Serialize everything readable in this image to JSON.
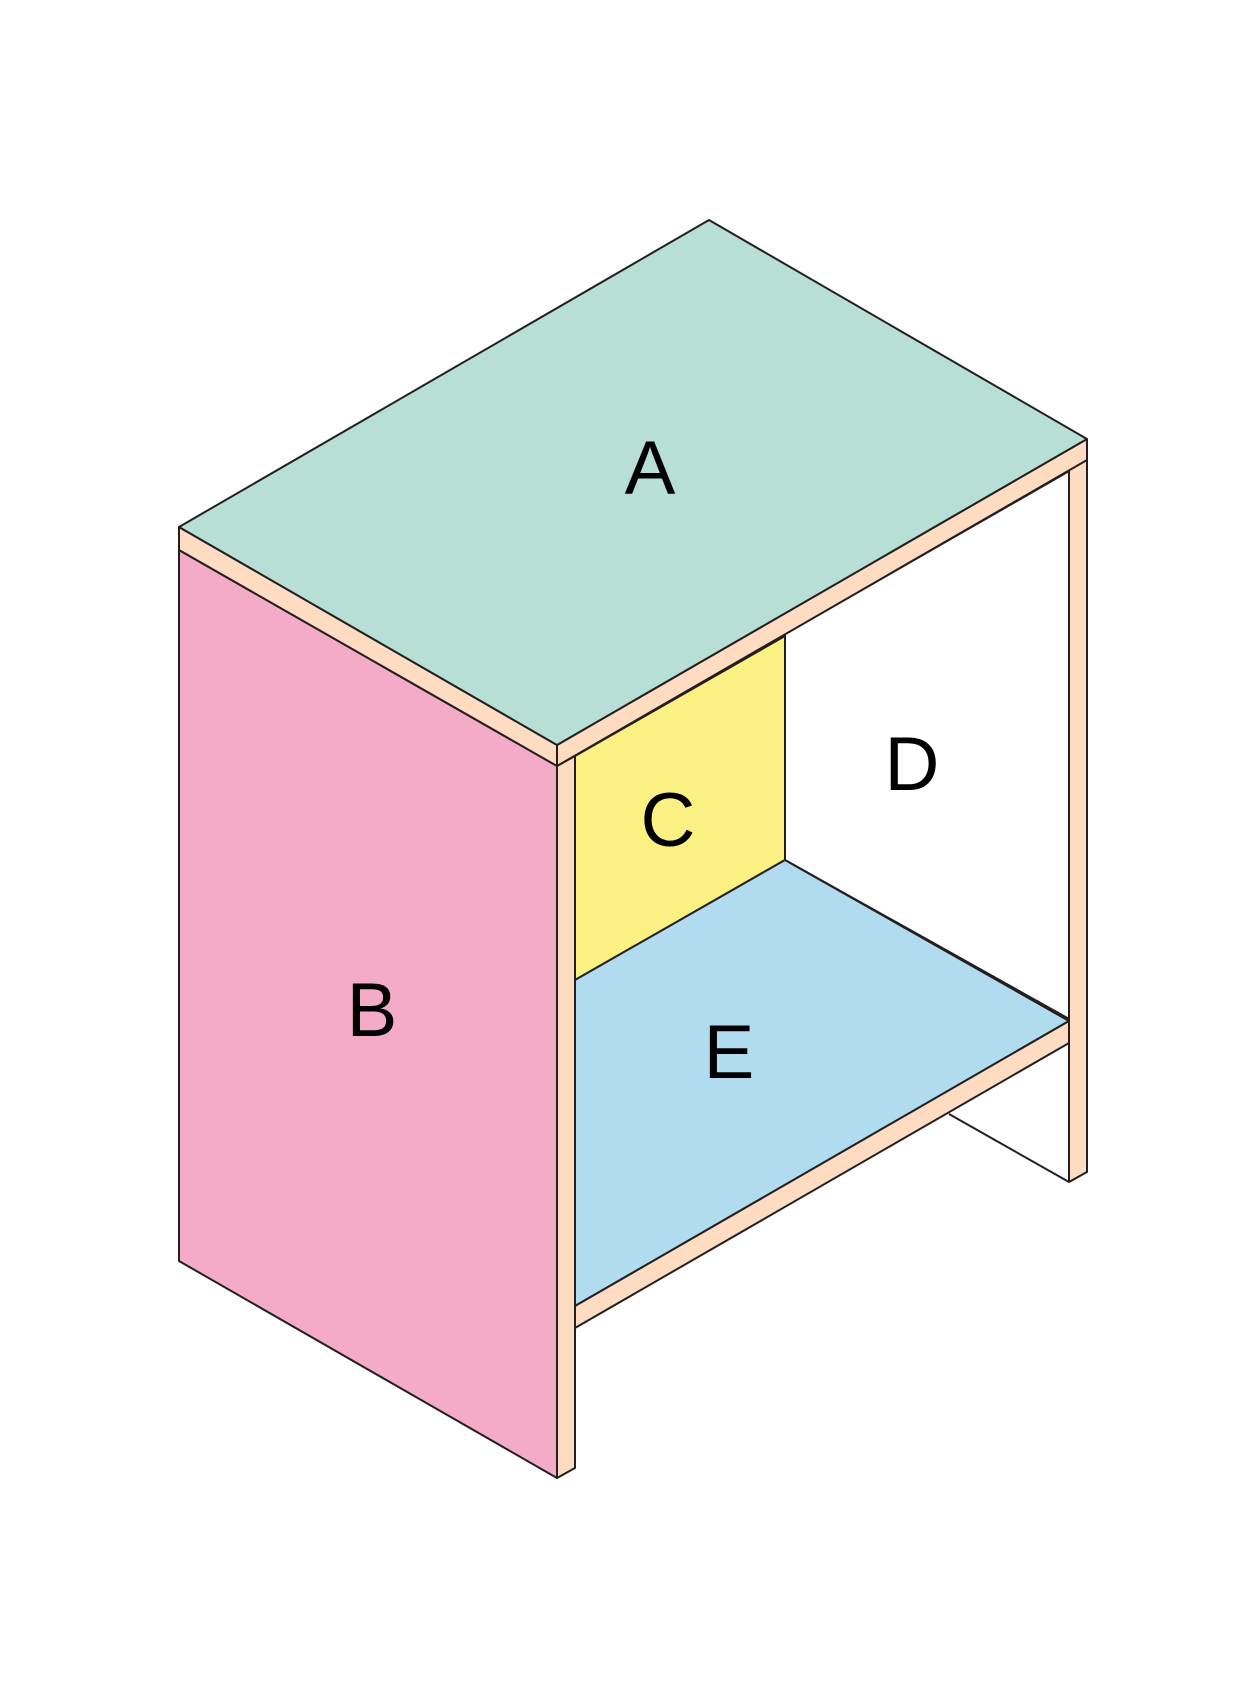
{
  "diagram": {
    "panels": [
      {
        "label": "A",
        "name": "top-panel",
        "color": "#b8dfd6"
      },
      {
        "label": "B",
        "name": "side-panel",
        "color": "#f3abc8"
      },
      {
        "label": "C",
        "name": "back-panel",
        "color": "#fbf082"
      },
      {
        "label": "D",
        "name": "open-side",
        "color": "#ffffff"
      },
      {
        "label": "E",
        "name": "shelf-panel",
        "color": "#b1dcef"
      }
    ],
    "edge_color": "#fddcc2",
    "line_color": "#231f20"
  }
}
